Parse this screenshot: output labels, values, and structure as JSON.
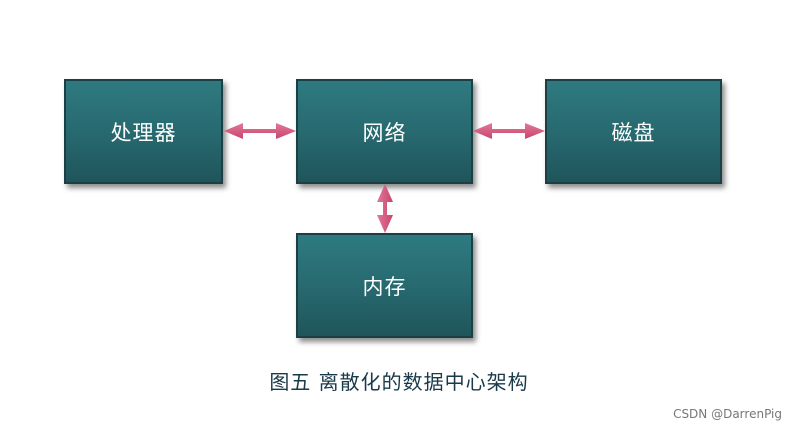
{
  "diagram": {
    "nodes": {
      "processor": "处理器",
      "network": "网络",
      "disk": "磁盘",
      "memory": "内存"
    },
    "edges": [
      {
        "from": "processor",
        "to": "network",
        "direction": "bidirectional"
      },
      {
        "from": "network",
        "to": "disk",
        "direction": "bidirectional"
      },
      {
        "from": "network",
        "to": "memory",
        "direction": "bidirectional"
      }
    ],
    "caption": "图五 离散化的数据中心架构"
  },
  "watermark": "CSDN @DarrenPig",
  "colors": {
    "node_fill": "#276a70",
    "node_border": "#1c3f44",
    "arrow": "#d4587e",
    "caption_text": "#1a3a4a"
  }
}
